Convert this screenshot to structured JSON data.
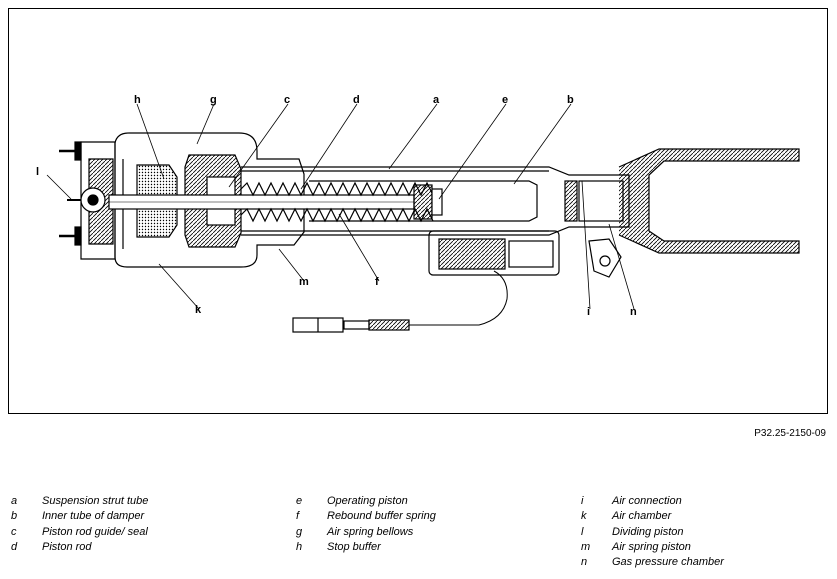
{
  "figure_ref": "P32.25-2150-09",
  "callouts": {
    "h": "h",
    "g": "g",
    "c": "c",
    "d": "d",
    "a": "a",
    "e": "e",
    "b": "b",
    "l": "l",
    "k": "k",
    "m": "m",
    "f": "f",
    "i": "i",
    "n": "n"
  },
  "legend": {
    "col1": [
      {
        "key": "a",
        "text": "Suspension strut tube"
      },
      {
        "key": "b",
        "text": "Inner tube of damper"
      },
      {
        "key": "c",
        "text": "Piston rod guide/ seal"
      },
      {
        "key": "d",
        "text": "Piston rod"
      }
    ],
    "col2": [
      {
        "key": "e",
        "text": "Operating piston"
      },
      {
        "key": "f",
        "text": "Rebound buffer spring"
      },
      {
        "key": "g",
        "text": "Air spring bellows"
      },
      {
        "key": "h",
        "text": "Stop buffer"
      }
    ],
    "col3": [
      {
        "key": "i",
        "text": "Air connection"
      },
      {
        "key": "k",
        "text": "Air chamber"
      },
      {
        "key": "l",
        "text": "Dividing piston"
      },
      {
        "key": "m",
        "text": "Air spring piston"
      },
      {
        "key": "n",
        "text": "Gas pressure chamber"
      }
    ]
  }
}
